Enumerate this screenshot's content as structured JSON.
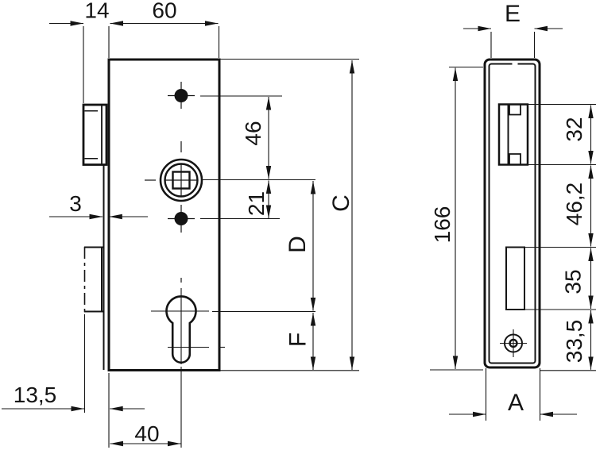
{
  "drawing": {
    "kind": "technical-drawing-lock",
    "front_view": {
      "dim_latch_protrusion": "14",
      "dim_case_width": "60",
      "dim_faceplate_thickness": "3",
      "dim_bolt_protrusion": "13,5",
      "dim_backset": "40",
      "dim_screw_to_spindle": "46",
      "dim_spindle_to_screw": "21",
      "dim_case_height_ref": "C",
      "dim_spindle_to_cylinder_ref": "D",
      "dim_cylinder_to_bottom_ref": "F"
    },
    "side_view": {
      "dim_faceplate_width_ref": "E",
      "dim_total_height": "166",
      "dim_latch_cutout_height": "32",
      "dim_latch_to_bolt_cutout": "46,2",
      "dim_bolt_cutout_height": "35",
      "dim_bolt_cutout_to_bottom": "33,5",
      "dim_case_depth_ref": "A"
    },
    "line_color": "#141414",
    "background_color": "#ffffff"
  }
}
